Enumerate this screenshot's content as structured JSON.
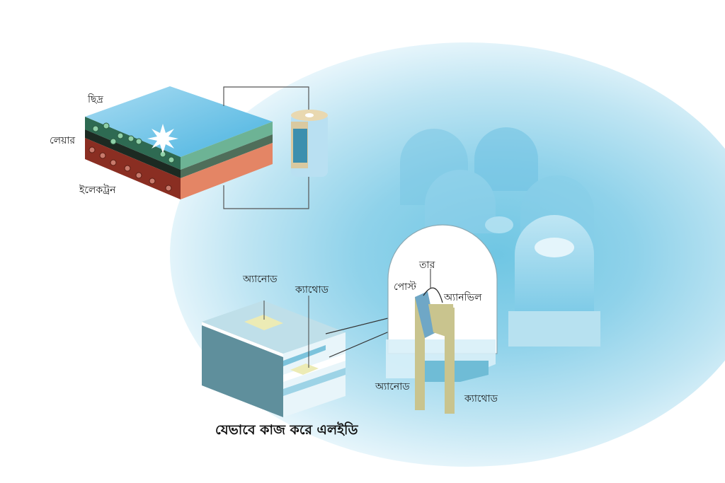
{
  "title": "যেভাবে কাজ করে এলইডি",
  "layer_diagram": {
    "labels": {
      "hole": "ছিদ্র",
      "layer": "লেয়ার",
      "electron": "ইলেকট্রন"
    }
  },
  "chip_diagram": {
    "labels": {
      "anode": "অ্যানোড",
      "cathode": "ক্যাথোড"
    }
  },
  "led_diagram": {
    "labels": {
      "wire": "তার",
      "post": "পোস্ট",
      "anvil": "অ্যানভিল",
      "anode": "অ্যানোড",
      "cathode": "ক্যাথোড"
    }
  },
  "colors": {
    "background_glow": "#8fd2ea",
    "top_layer": "#6cc3e8",
    "p_layer": "#2e6a52",
    "junction": "#1c2a22",
    "n_layer": "#b4503c",
    "lead": "#c9c48e",
    "chip": "#6fa3b5"
  }
}
